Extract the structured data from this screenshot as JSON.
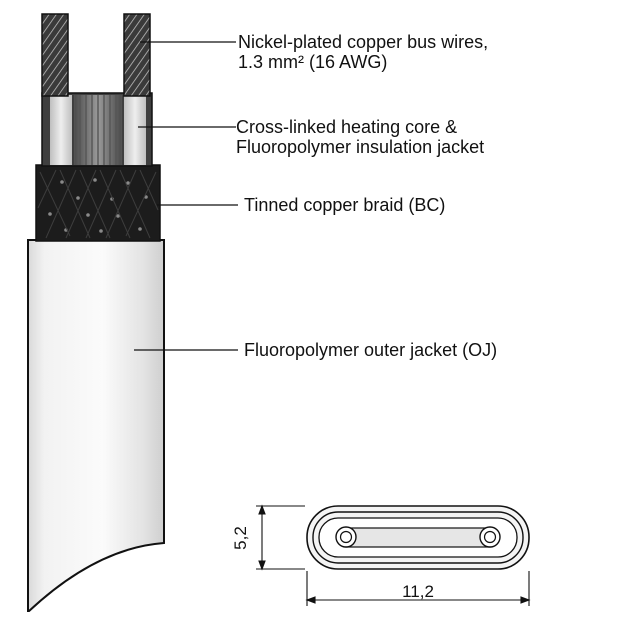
{
  "callouts": [
    {
      "id": "bus-wires",
      "lines": [
        "Nickel-plated copper bus wires,",
        "1.3 mm² (16 AWG)"
      ]
    },
    {
      "id": "heating-core",
      "lines": [
        "Cross-linked heating core &",
        "Fluoropolymer insulation jacket"
      ]
    },
    {
      "id": "braid",
      "lines": [
        "Tinned copper braid (BC)"
      ]
    },
    {
      "id": "outer-jacket",
      "lines": [
        "Fluoropolymer outer jacket (OJ)"
      ]
    }
  ],
  "cross_section": {
    "height_dim": "5,2",
    "width_dim": "11,2"
  },
  "colors": {
    "line": "#111111",
    "braid": "#1c1c1c",
    "jacket": "#eeeeee",
    "core": "#6e6e6e",
    "wire": "#3a3a3a"
  }
}
